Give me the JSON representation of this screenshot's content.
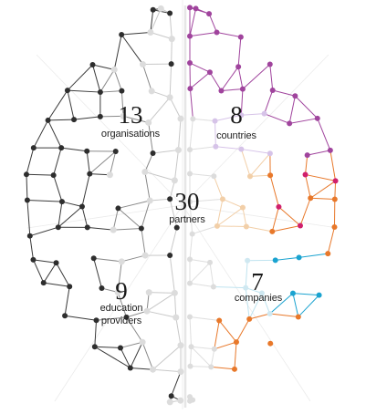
{
  "stats": {
    "organisations": {
      "number": "13",
      "label": "organisations"
    },
    "countries": {
      "number": "8",
      "label": "countries"
    },
    "partners": {
      "number": "30",
      "label": "partners"
    },
    "education": {
      "number": "9",
      "label_line1": "education",
      "label_line2": "providers"
    },
    "companies": {
      "number": "7",
      "label": "companies"
    }
  },
  "colors": {
    "left_network": "#333333",
    "light_node": "#dcdcdc",
    "purple": "#a0449d",
    "orange": "#e8782a",
    "magenta": "#d0206c",
    "cyan": "#1aa3d0",
    "light_purple": "#d6c3e8",
    "light_orange": "#f2cfa8"
  }
}
